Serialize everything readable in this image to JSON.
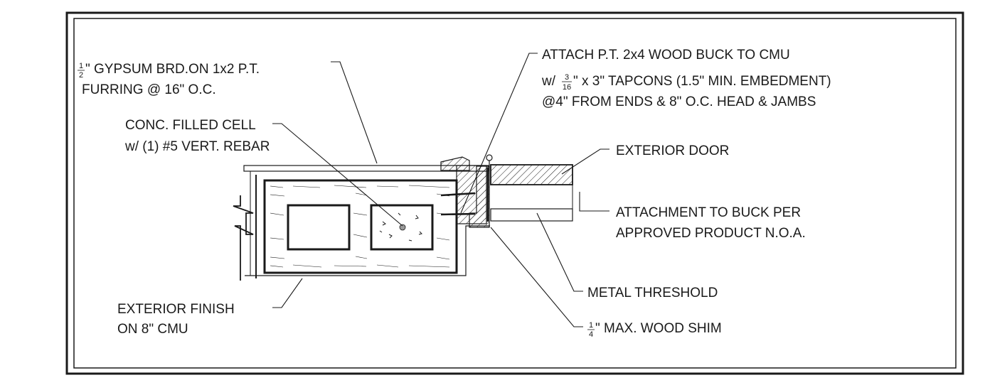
{
  "notes": {
    "gypsum": {
      "frac_num": "1",
      "frac_den": "2",
      "line1_rest": "\" GYPSUM BRD.ON 1x2 P.T.",
      "line2": "FURRING @ 16\" O.C."
    },
    "conc": {
      "line1": "CONC. FILLED CELL",
      "line2": "w/ (1) #5 VERT. REBAR"
    },
    "exterior_finish": {
      "line1": "EXTERIOR FINISH",
      "line2": "ON 8\" CMU"
    },
    "buck": {
      "line1": "ATTACH P.T. 2x4 WOOD BUCK TO CMU",
      "line2_prefix": "w/ ",
      "frac_num": "3",
      "frac_den": "16",
      "line2_rest": "\" x 3\" TAPCONS (1.5\" MIN. EMBEDMENT)",
      "line3": "@4\" FROM ENDS & 8\" O.C. HEAD & JAMBS"
    },
    "door": {
      "line1": "EXTERIOR DOOR"
    },
    "attachment": {
      "line1": "ATTACHMENT TO BUCK PER",
      "line2": "APPROVED PRODUCT N.O.A."
    },
    "threshold": {
      "line1": "METAL THRESHOLD"
    },
    "shim": {
      "frac_num": "1",
      "frac_den": "4",
      "line1_rest": "\" MAX. WOOD SHIM"
    }
  },
  "colors": {
    "ink": "#1a1a1a",
    "paper": "#ffffff"
  }
}
